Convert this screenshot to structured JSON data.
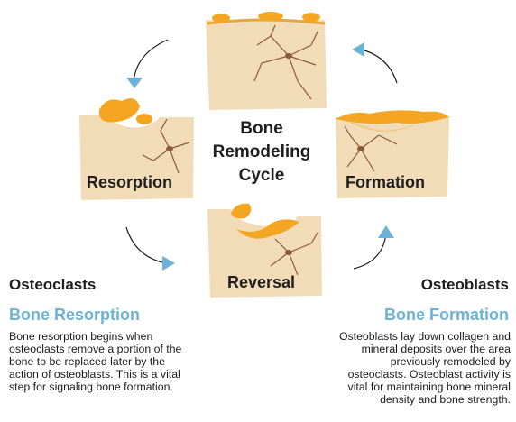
{
  "center": {
    "line1": "Bone",
    "line2": "Remodeling",
    "line3": "Cycle"
  },
  "stages": {
    "resorption": "Resorption",
    "formation": "Formation",
    "reversal": "Reversal"
  },
  "left_panel": {
    "cell": "Osteoclasts",
    "process": "Bone Resorption",
    "lines": [
      "Bone resorption begins when",
      "osteoclasts remove a portion of the",
      "bone to be replaced later by the",
      "action of osteoblasts. This is a vital",
      "step for signaling bone formation."
    ]
  },
  "right_panel": {
    "cell": "Osteoblasts",
    "process": "Bone Formation",
    "lines": [
      "Osteoblasts lay down collagen and",
      "mineral deposits over the area",
      "previously remodeled by",
      "osteoclasts. Osteoblast activity is",
      "vital for maintaining bone mineral",
      "density and bone strength."
    ]
  },
  "colors": {
    "bone": "#f2dcb8",
    "bone_edge": "#d8b98a",
    "osteocyte_lines": "#8a5a3a",
    "cell_orange": "#f4a623",
    "arrow_head": "#6db3d8",
    "subheading": "#6db3d8"
  }
}
